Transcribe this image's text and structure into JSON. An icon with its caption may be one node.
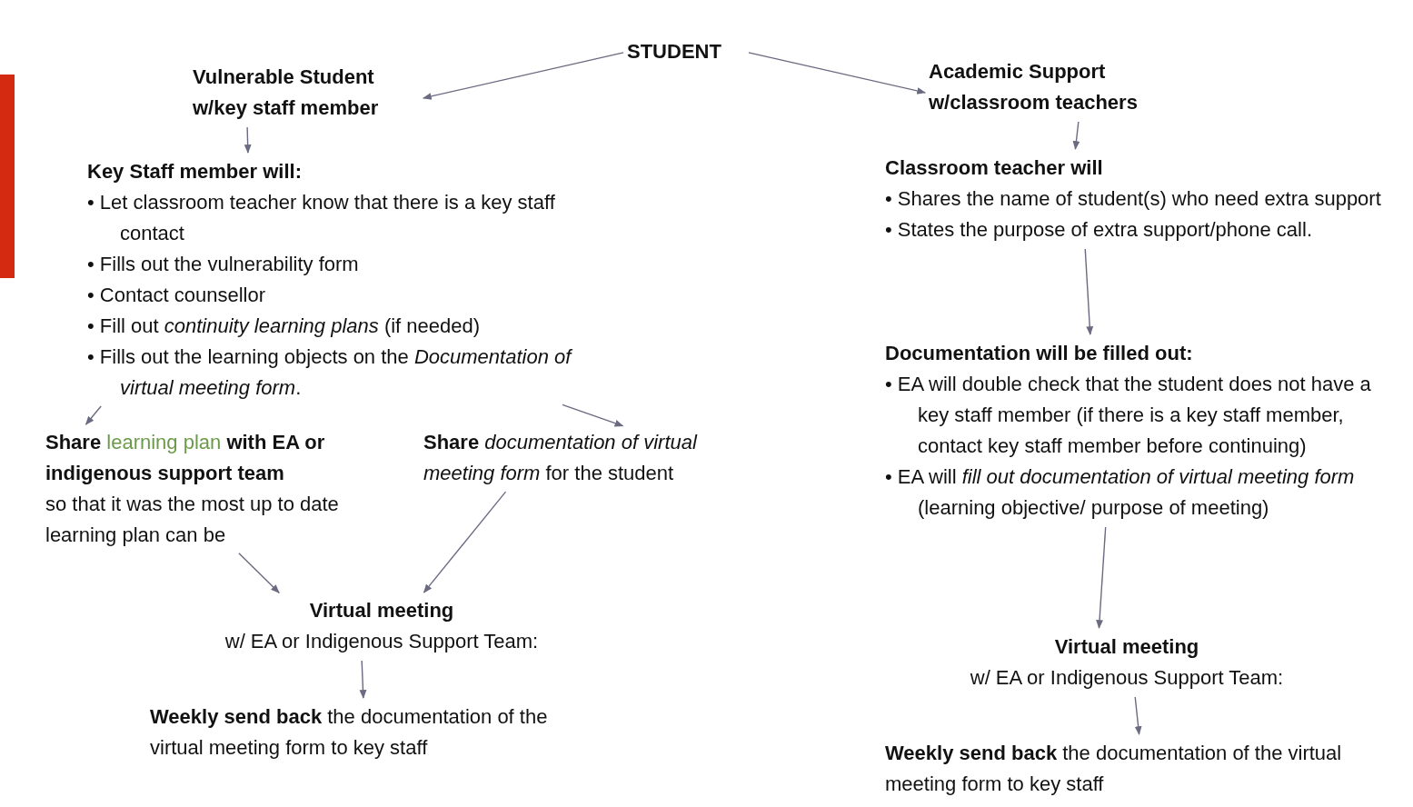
{
  "diagram": {
    "nodes": [
      {
        "text": [
          "STUDENT"
        ]
      },
      {
        "text": [
          "Vulnerable Student w/key staff member"
        ]
      },
      {
        "text": [
          "Key Staff member will:",
          "• Let classroom teacher know that there is a key staff contact",
          "• Fills out the vulnerability form",
          "• Contact counsellor",
          "• Fill out *continuity learning plans* (if needed)",
          "• Fills out the learning objects on the *Documentation of virtual meeting form*."
        ]
      },
      {
        "text": [
          "**Share** learning plan **with EA or indigenous support team**",
          "so that it was the most up to date learning plan can be"
        ]
      },
      {
        "text": [
          "**Share** *documentation of virtual meeting form*  for the student"
        ]
      },
      {
        "text": [
          "Virtual meeting",
          "w/ EA or Indigenous Support Team:"
        ]
      },
      {
        "text": [
          "**Weekly send back** the documentation of the virtual meeting form to key staff"
        ]
      },
      {
        "text": [
          "Academic Support w/classroom teachers"
        ]
      },
      {
        "text": [
          "Classroom teacher will",
          "• Shares the name of student(s) who need extra support",
          "• States the purpose of extra support/phone call."
        ]
      },
      {
        "text": [
          "Documentation will be filled out:",
          "• EA will double check that the student does not have a key staff member (if there is a key staff member, contact key staff member before continuing)",
          "• EA will *fill out* *documentation of virtual meeting form* (learning objective/ purpose of meeting)"
        ]
      },
      {
        "text": [
          "Virtual meeting",
          "w/ EA or Indigenous Support Team:"
        ]
      },
      {
        "text": [
          "**Weekly send back** the documentation of the virtual meeting form to key staff"
        ]
      }
    ],
    "edges": [
      {
        "from": 0,
        "to": 1,
        "arrow": "to"
      },
      {
        "from": 1,
        "to": 2,
        "arrow": "to"
      },
      {
        "from": 2,
        "to": 3,
        "arrow": "to"
      },
      {
        "from": 2,
        "to": 4,
        "arrow": "to"
      },
      {
        "from": 3,
        "to": 5,
        "arrow": "to"
      },
      {
        "from": 4,
        "to": 5,
        "arrow": "to"
      },
      {
        "from": 5,
        "to": 6,
        "arrow": "to"
      },
      {
        "from": 0,
        "to": 7,
        "arrow": "to"
      },
      {
        "from": 7,
        "to": 8,
        "arrow": "to"
      },
      {
        "from": 8,
        "to": 9,
        "arrow": "to"
      },
      {
        "from": 9,
        "to": 10,
        "arrow": "to"
      },
      {
        "from": 10,
        "to": 11,
        "arrow": "to"
      }
    ]
  }
}
